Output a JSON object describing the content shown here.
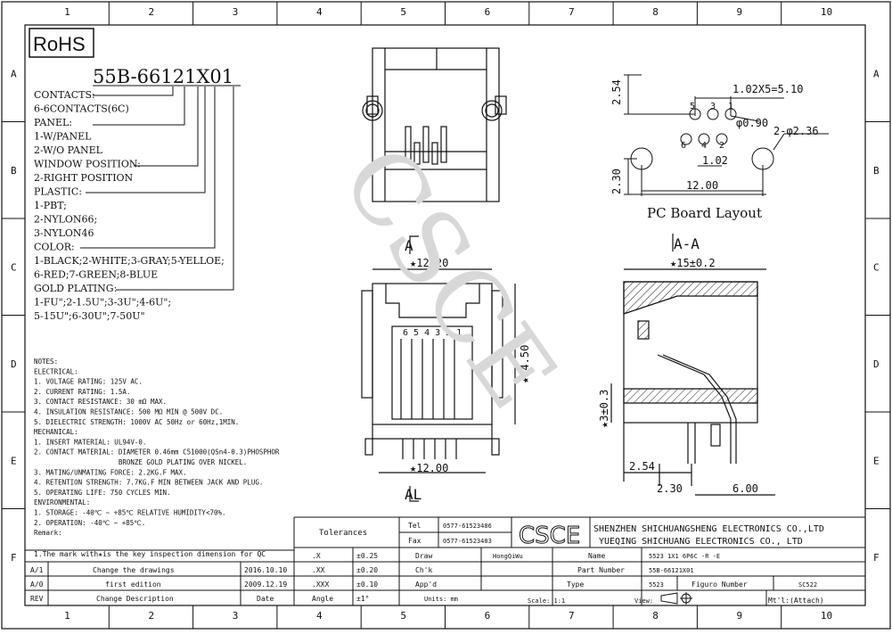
{
  "grid": {
    "cols": [
      "1",
      "2",
      "3",
      "4",
      "5",
      "6",
      "7",
      "8",
      "9",
      "10"
    ],
    "rows": [
      "A",
      "B",
      "C",
      "D",
      "E",
      "F"
    ]
  },
  "rohs": "RoHS",
  "part_code": "55B-66121X01",
  "ordering": [
    "CONTACTS:",
    "6-6CONTACTS(6C)",
    "PANEL:",
    "1-W/PANEL",
    "2-W/O PANEL",
    "WINDOW POSITION:",
    "2-RIGHT POSITION",
    "PLASTIC:",
    "1-PBT;",
    "2-NYLON66;",
    "3-NYLON46",
    "COLOR:",
    "1-BLACK;2-WHITE;3-GRAY;5-YELLOE;",
    "6-RED;7-GREEN;8-BLUE",
    "GOLD PLATING:",
    "1-FU\";2-1.5U\";3-3U\";4-6U\";",
    "5-15U\";6-30U\";7-50U\""
  ],
  "notes": [
    "NOTES:",
    "ELECTRICAL:",
    "1. VOLTAGE RATING: 125V AC.",
    "2. CURRENT RATING: 1.5A.",
    "3. CONTACT RESISTANCE: 30 mΩ MAX.",
    "4. INSULATION RESISTANCE: 500 MΩ MIN @ 500V DC.",
    "5. DIELECTRIC STRENGTH: 1000V AC 50Hz or 60Hz,1MIN.",
    "MECHANICAL:",
    "1. INSERT MATERIAL: UL94V-0.",
    "2. CONTACT MATERIAL: DIAMETER 0.46mm C51000(QSn4-0.3)PHOSPHOR",
    "                     BRONZE GOLD PLATING OVER NICKEL.",
    "3. MATING/UNMATING FORCE: 2.2KG.F MAX.",
    "4. RETENTION STRENGTH: 7.7KG.F MIN BETWEEN JACK AND PLUG.",
    "5. OPERATING LIFE: 750 CYCLES MIN.",
    "ENVIRONMENTAL:",
    "1. STORAGE: -40℃ ~ +85℃ RELATIVE HUMIDITY<70%.",
    "2. OPERATION: -40℃ ~ +85℃.",
    "Remark:"
  ],
  "remark_line": "1.The mark with★is the key inspection dimension for QC",
  "pcb": {
    "title": "PC Board Layout",
    "dim_pitch": "1.02X5=5.10",
    "dim_hole": "φ0.90",
    "dim_mount": "2-φ2.36",
    "dim_254": "2.54",
    "dim_230": "2.30",
    "dim_102": "1.02",
    "dim_1200": "12.00",
    "pins_top": [
      "5",
      "3",
      "1"
    ],
    "pins_bottom": [
      "6",
      "4",
      "2"
    ]
  },
  "front": {
    "label_top": "A",
    "label_bottom": "AL",
    "width_top": "★12.20",
    "width_bottom": "★12.00",
    "height": "★14.50",
    "pins": "6 5 4 3 2 1"
  },
  "section": {
    "title": "A-A",
    "width": "★15±0.2",
    "h3": "★3±0.3",
    "d254": "2.54",
    "d230": "2.30",
    "d600": "6.00"
  },
  "watermark": "CSCE",
  "title_block": {
    "tolerances": "Tolerances",
    "tol_rows": [
      {
        "k": ".X",
        "v": "±0.25"
      },
      {
        "k": ".XX",
        "v": "±0.20"
      },
      {
        "k": ".XXX",
        "v": "±0.10"
      },
      {
        "k": "Angle",
        "v": "±1°"
      }
    ],
    "tel_label": "Tel",
    "tel": "0577-61523486",
    "fax_label": "Fax",
    "fax": "0577-61523483",
    "logo": "CSCE",
    "company_1": "SHENZHEN SHICHUANGSHENG ELECTRONICS CO.,LTD",
    "company_2": "YUEQING SHICHUANG ELECTRONICS CO., LTD",
    "draw_label": "Draw",
    "draw": "HongQiWu",
    "chk_label": "Ch'k",
    "app_label": "App'd",
    "units": "Units: mm",
    "scale": "Scale: 1:1",
    "name_label": "Name",
    "name": "5523 1X1 6P6C -R -E",
    "part_label": "Part Number",
    "part": "55B-66121X01",
    "type_label": "Type",
    "type": "5523",
    "fig_label": "Figuro Number",
    "fig": "SC522",
    "view_label": "View:",
    "mt_label": "Mt'l:(Attach)",
    "revisions": [
      {
        "rev": "A/1",
        "desc": "Change the drawings",
        "date": "2016.10.10"
      },
      {
        "rev": "A/0",
        "desc": "first edition",
        "date": "2009.12.19"
      },
      {
        "rev": "REV",
        "desc": "Change Description",
        "date": "Date"
      }
    ]
  }
}
